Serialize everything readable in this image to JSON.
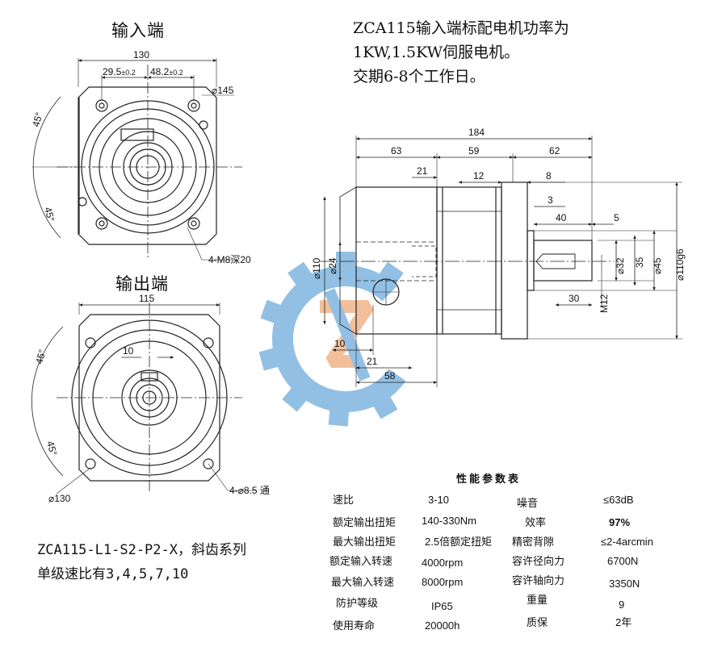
{
  "headings": {
    "input_end": "输入端",
    "output_end": "输出端"
  },
  "note_lines": [
    "ZCA115输入端标配电机功率为",
    "1KW,1.5KW伺服电机。",
    "交期6-8个工作日。"
  ],
  "model_lines": [
    "ZCA115-L1-S2-P2-X，斜齿系列",
    "单级速比有3,4,5,7,10"
  ],
  "input_view": {
    "width": "130",
    "offset_left": "29.5",
    "offset_left_tol": "±0.2",
    "offset_right": "48.2",
    "offset_right_tol": "±0.2",
    "pcd": "⌀145",
    "angle_top": "45°",
    "angle_bottom": "45°",
    "hole_note": "4-M8深20"
  },
  "output_view": {
    "width": "115",
    "key_width": "10",
    "pcd": "⌀130",
    "angle_top": "45°",
    "angle_bottom": "45°",
    "hole_note": "4-⌀8.5 通"
  },
  "side_view": {
    "total_length": "184",
    "seg_1": "63",
    "seg_2": "59",
    "seg_3": "62",
    "d_21_top": "21",
    "d_12": "12",
    "d_8": "8",
    "d_3": "3",
    "d_40": "40",
    "d_5": "5",
    "dia_110": "⌀110",
    "dia_24": "⌀24",
    "dia_32": "⌀32",
    "d_35": "35",
    "dia_45": "⌀45",
    "dia_110g6": "⌀110g6",
    "d_30": "30",
    "thread": "M12",
    "d_10": "10",
    "d_21_bottom": "21",
    "d_58": "58"
  },
  "specs": {
    "title": "性能参数表",
    "rows": [
      {
        "l1": "速比",
        "v1": "3-10",
        "l2": "噪音",
        "v2": "≤63dB"
      },
      {
        "l1": "额定输出扭矩",
        "v1": "140-330Nm",
        "l2": "效率",
        "v2": "97%"
      },
      {
        "l1": "最大输出扭矩",
        "v1": "2.5倍额定扭矩",
        "l2": "精密背隙",
        "v2": "≤2-4arcmin"
      },
      {
        "l1": "额定输入转速",
        "v1": "4000rpm",
        "l2": "容许径向力",
        "v2": "6700N"
      },
      {
        "l1": "最大输入转速",
        "v1": "8000rpm",
        "l2": "容许轴向力",
        "v2": "3350N"
      },
      {
        "l1": "防护等级",
        "v1": "IP65",
        "l2": "重量",
        "v2": "9"
      },
      {
        "l1": "使用寿命",
        "v1": "20000h",
        "l2": "质保",
        "v2": "2年"
      }
    ]
  },
  "colors": {
    "line": "#222222",
    "logo_blue": "#7fb6e0",
    "logo_orange": "#f2b48a"
  }
}
